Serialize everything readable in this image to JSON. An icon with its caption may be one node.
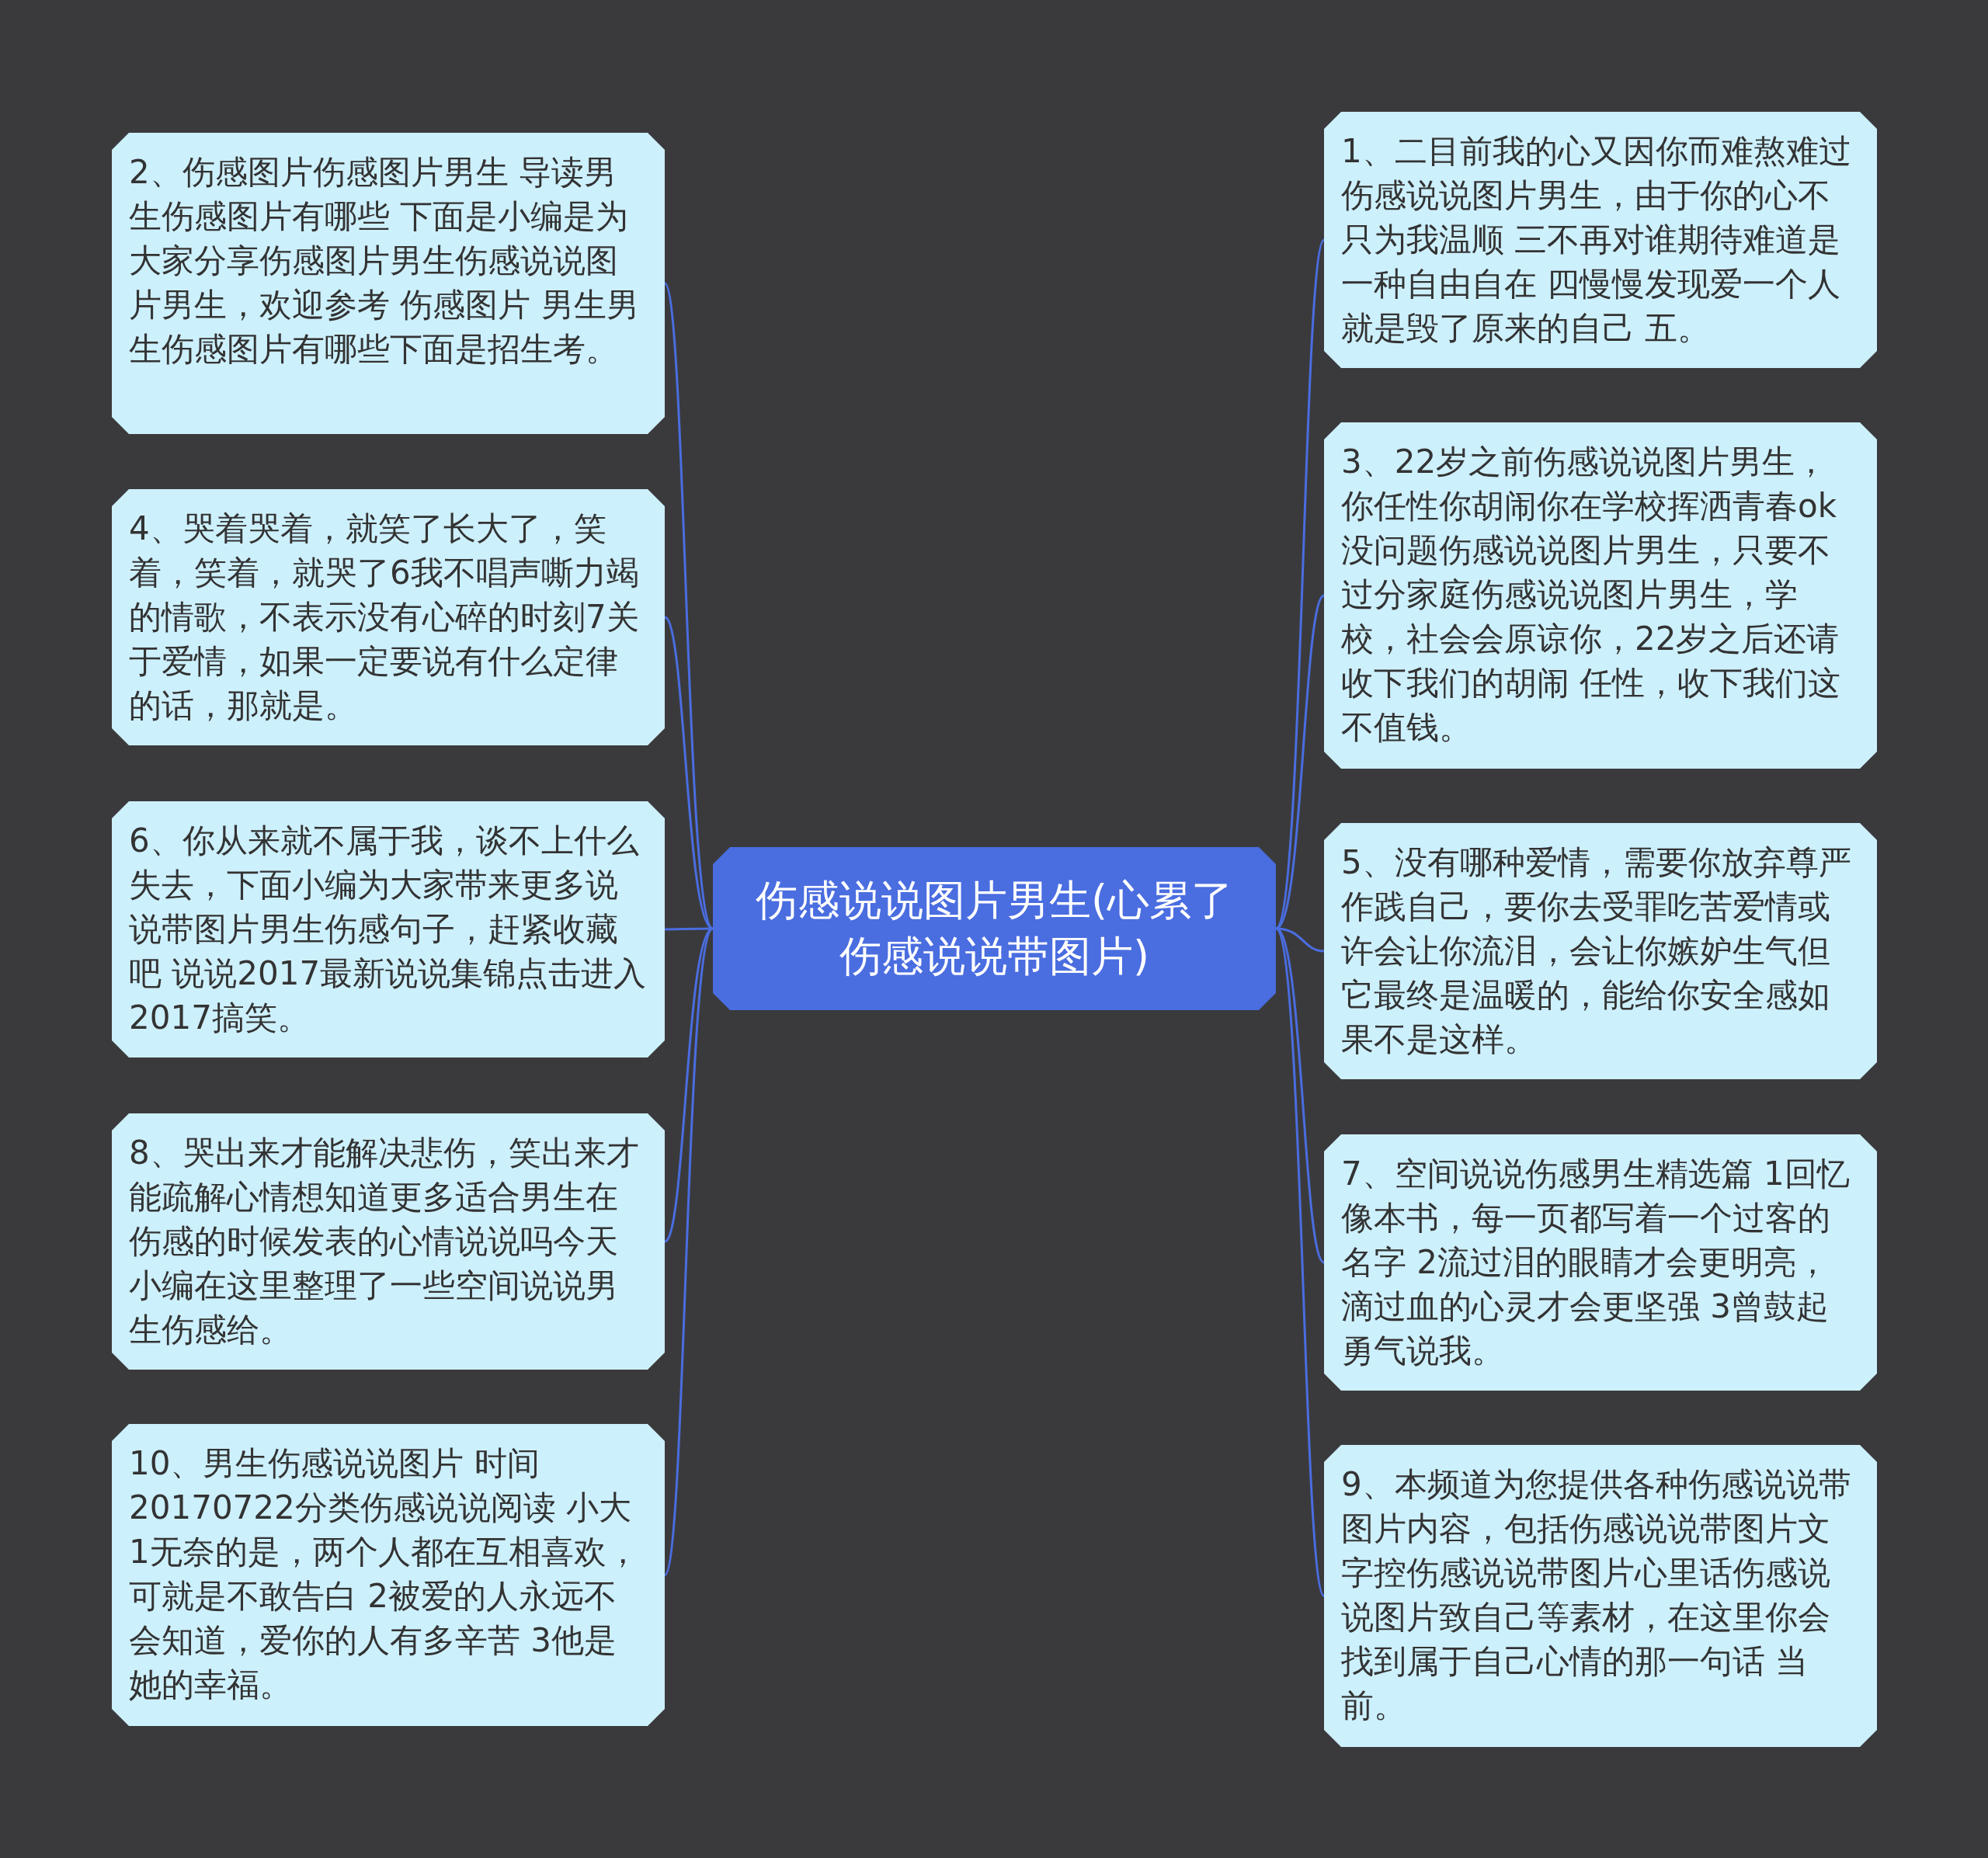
{
  "diagram": {
    "nodes": [
      {
        "text": [
          "伤感说说图片男生(心累了伤感说说带图片)"
        ]
      },
      {
        "text": [
          "1、二目前我的心又因你而难熬难过伤感说说图片男生，由于你的心不只为我温顺 三不再对谁期待难道是一种自由自在 四慢慢发现爱一个人就是毁了原来的自己 五。"
        ]
      },
      {
        "text": [
          "2、伤感图片伤感图片男生 导读男生伤感图片有哪些 下面是小编是为大家分享伤感图片男生伤感说说图片男生，欢迎参考 伤感图片 男生男生伤感图片有哪些下面是招生考。"
        ]
      },
      {
        "text": [
          "3、22岁之前伤感说说图片男生，你任性你胡闹你在学校挥洒青春ok没问题伤感说说图片男生，只要不过分家庭伤感说说图片男生，学校，社会会原谅你，22岁之后还请收下我们的胡闹 任性，收下我们这不值钱。"
        ]
      },
      {
        "text": [
          "4、哭着哭着，就笑了长大了，笑着，笑着，就哭了6我不唱声嘶力竭的情歌，不表示没有心碎的时刻7关于爱情，如果一定要说有什么定律的话，那就是。"
        ]
      },
      {
        "text": [
          "5、没有哪种爱情，需要你放弃尊严作践自己，要你去受罪吃苦爱情或许会让你流泪，会让你嫉妒生气但它最终是温暖的，能给你安全感如果不是这样。"
        ]
      },
      {
        "text": [
          "6、你从来就不属于我，谈不上什么失去，下面小编为大家带来更多说说带图片男生伤感句子，赶紧收藏吧 说说2017最新说说集锦点击进入 2017搞笑。"
        ]
      },
      {
        "text": [
          "7、空间说说伤感男生精选篇 1回忆像本书，每一页都写着一个过客的名字 2流过泪的眼睛才会更明亮，滴过血的心灵才会更坚强 3曾鼓起勇气说我。"
        ]
      },
      {
        "text": [
          "8、哭出来才能解决悲伤，笑出来才能疏解心情想知道更多适合男生在伤感的时候发表的心情说说吗今天小编在这里整理了一些空间说说男生伤感给。"
        ]
      },
      {
        "text": [
          "9、本频道为您提供各种伤感说说带图片内容，包括伤感说说带图片文字控伤感说说带图片心里话伤感说说图片致自己等素材，在这里你会找到属于自己心情的那一句话 当前。"
        ]
      },
      {
        "text": [
          "10、男生伤感说说图片 时间20170722分类伤感说说阅读 小大 1无奈的是，两个人都在互相喜欢，可就是不敢告白 2被爱的人永远不会知道，爱你的人有多辛苦 3他是她的幸福。"
        ]
      }
    ],
    "edges": [
      {
        "from": 0,
        "to": 1,
        "arrow": "none"
      },
      {
        "from": 0,
        "to": 2,
        "arrow": "none"
      },
      {
        "from": 0,
        "to": 3,
        "arrow": "none"
      },
      {
        "from": 0,
        "to": 4,
        "arrow": "none"
      },
      {
        "from": 0,
        "to": 5,
        "arrow": "none"
      },
      {
        "from": 0,
        "to": 6,
        "arrow": "none"
      },
      {
        "from": 0,
        "to": 7,
        "arrow": "none"
      },
      {
        "from": 0,
        "to": 8,
        "arrow": "none"
      },
      {
        "from": 0,
        "to": 9,
        "arrow": "none"
      },
      {
        "from": 0,
        "to": 10,
        "arrow": "none"
      }
    ]
  }
}
